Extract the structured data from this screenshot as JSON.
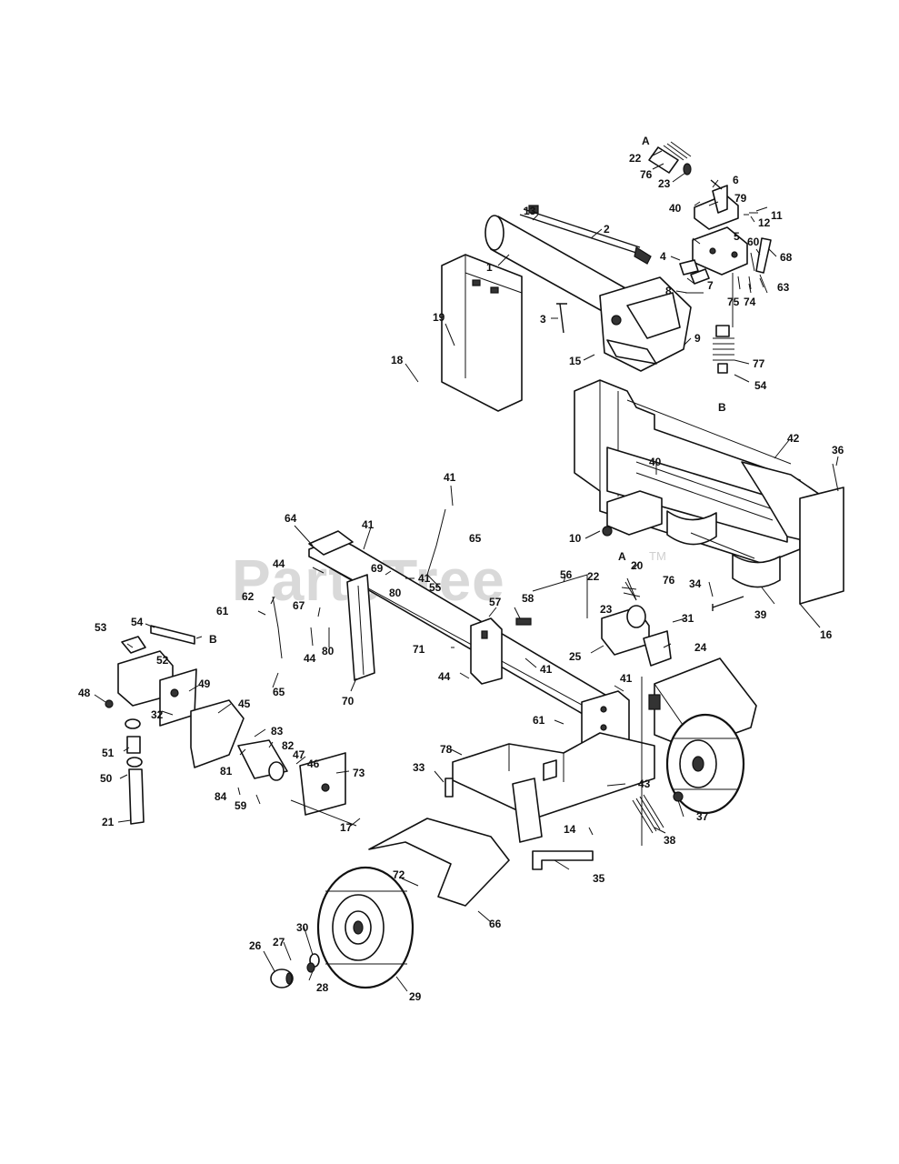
{
  "watermark": {
    "text": "PartsTree",
    "trademark": "TM"
  },
  "callouts": [
    {
      "key": "l-a1",
      "text": "A"
    },
    {
      "key": "l-22a",
      "text": "22"
    },
    {
      "key": "l-76a",
      "text": "76"
    },
    {
      "key": "l-23a",
      "text": "23"
    },
    {
      "key": "l-6",
      "text": "6"
    },
    {
      "key": "l-40a",
      "text": "40"
    },
    {
      "key": "l-79",
      "text": "79"
    },
    {
      "key": "l-12",
      "text": "12"
    },
    {
      "key": "l-11",
      "text": "11"
    },
    {
      "key": "l-13",
      "text": "13"
    },
    {
      "key": "l-2",
      "text": "2"
    },
    {
      "key": "l-1",
      "text": "1"
    },
    {
      "key": "l-5",
      "text": "5"
    },
    {
      "key": "l-4",
      "text": "4"
    },
    {
      "key": "l-60",
      "text": "60"
    },
    {
      "key": "l-68",
      "text": "68"
    },
    {
      "key": "l-7",
      "text": "7"
    },
    {
      "key": "l-8",
      "text": "8"
    },
    {
      "key": "l-75",
      "text": "75"
    },
    {
      "key": "l-74",
      "text": "74"
    },
    {
      "key": "l-63",
      "text": "63"
    },
    {
      "key": "l-3",
      "text": "3"
    },
    {
      "key": "l-19",
      "text": "19"
    },
    {
      "key": "l-9",
      "text": "9"
    },
    {
      "key": "l-18",
      "text": "18"
    },
    {
      "key": "l-15",
      "text": "15"
    },
    {
      "key": "l-77",
      "text": "77"
    },
    {
      "key": "l-54a",
      "text": "54"
    },
    {
      "key": "l-b1",
      "text": "B"
    },
    {
      "key": "l-42",
      "text": "42"
    },
    {
      "key": "l-36",
      "text": "36"
    },
    {
      "key": "l-40b",
      "text": "40"
    },
    {
      "key": "l-41a",
      "text": "41"
    },
    {
      "key": "l-41b",
      "text": "41"
    },
    {
      "key": "l-65a",
      "text": "65"
    },
    {
      "key": "l-64",
      "text": "64"
    },
    {
      "key": "l-10",
      "text": "10"
    },
    {
      "key": "l-44a",
      "text": "44"
    },
    {
      "key": "l-69",
      "text": "69"
    },
    {
      "key": "l-41c",
      "text": "41"
    },
    {
      "key": "l-80a",
      "text": "80"
    },
    {
      "key": "l-20",
      "text": "20"
    },
    {
      "key": "l-a2",
      "text": "A"
    },
    {
      "key": "l-22b",
      "text": "22"
    },
    {
      "key": "l-76b",
      "text": "76"
    },
    {
      "key": "l-34",
      "text": "34"
    },
    {
      "key": "l-56",
      "text": "56"
    },
    {
      "key": "l-55",
      "text": "55"
    },
    {
      "key": "l-62",
      "text": "62"
    },
    {
      "key": "l-67",
      "text": "67"
    },
    {
      "key": "l-57",
      "text": "57"
    },
    {
      "key": "l-58",
      "text": "58"
    },
    {
      "key": "l-23b",
      "text": "23"
    },
    {
      "key": "l-31",
      "text": "31"
    },
    {
      "key": "l-39",
      "text": "39"
    },
    {
      "key": "l-61a",
      "text": "61"
    },
    {
      "key": "l-44b",
      "text": "44"
    },
    {
      "key": "l-80b",
      "text": "80"
    },
    {
      "key": "l-16",
      "text": "16"
    },
    {
      "key": "l-54b",
      "text": "54"
    },
    {
      "key": "l-53",
      "text": "53"
    },
    {
      "key": "l-b2",
      "text": "B"
    },
    {
      "key": "l-52",
      "text": "52"
    },
    {
      "key": "l-71",
      "text": "71"
    },
    {
      "key": "l-25",
      "text": "25"
    },
    {
      "key": "l-24",
      "text": "24"
    },
    {
      "key": "l-41d",
      "text": "41"
    },
    {
      "key": "l-49",
      "text": "49"
    },
    {
      "key": "l-44c",
      "text": "44"
    },
    {
      "key": "l-48",
      "text": "48"
    },
    {
      "key": "l-65b",
      "text": "65"
    },
    {
      "key": "l-70",
      "text": "70"
    },
    {
      "key": "l-41e",
      "text": "41"
    },
    {
      "key": "l-45",
      "text": "45"
    },
    {
      "key": "l-32",
      "text": "32"
    },
    {
      "key": "l-83",
      "text": "83"
    },
    {
      "key": "l-61b",
      "text": "61"
    },
    {
      "key": "l-82",
      "text": "82"
    },
    {
      "key": "l-47",
      "text": "47"
    },
    {
      "key": "l-51",
      "text": "51"
    },
    {
      "key": "l-81",
      "text": "81"
    },
    {
      "key": "l-46",
      "text": "46"
    },
    {
      "key": "l-78",
      "text": "78"
    },
    {
      "key": "l-73",
      "text": "73"
    },
    {
      "key": "l-50",
      "text": "50"
    },
    {
      "key": "l-33",
      "text": "33"
    },
    {
      "key": "l-43",
      "text": "43"
    },
    {
      "key": "l-84",
      "text": "84"
    },
    {
      "key": "l-59",
      "text": "59"
    },
    {
      "key": "l-37",
      "text": "37"
    },
    {
      "key": "l-21",
      "text": "21"
    },
    {
      "key": "l-17",
      "text": "17"
    },
    {
      "key": "l-14",
      "text": "14"
    },
    {
      "key": "l-38",
      "text": "38"
    },
    {
      "key": "l-72",
      "text": "72"
    },
    {
      "key": "l-35",
      "text": "35"
    },
    {
      "key": "l-66",
      "text": "66"
    },
    {
      "key": "l-30",
      "text": "30"
    },
    {
      "key": "l-27",
      "text": "27"
    },
    {
      "key": "l-26",
      "text": "26"
    },
    {
      "key": "l-28",
      "text": "28"
    },
    {
      "key": "l-29",
      "text": "29"
    }
  ]
}
